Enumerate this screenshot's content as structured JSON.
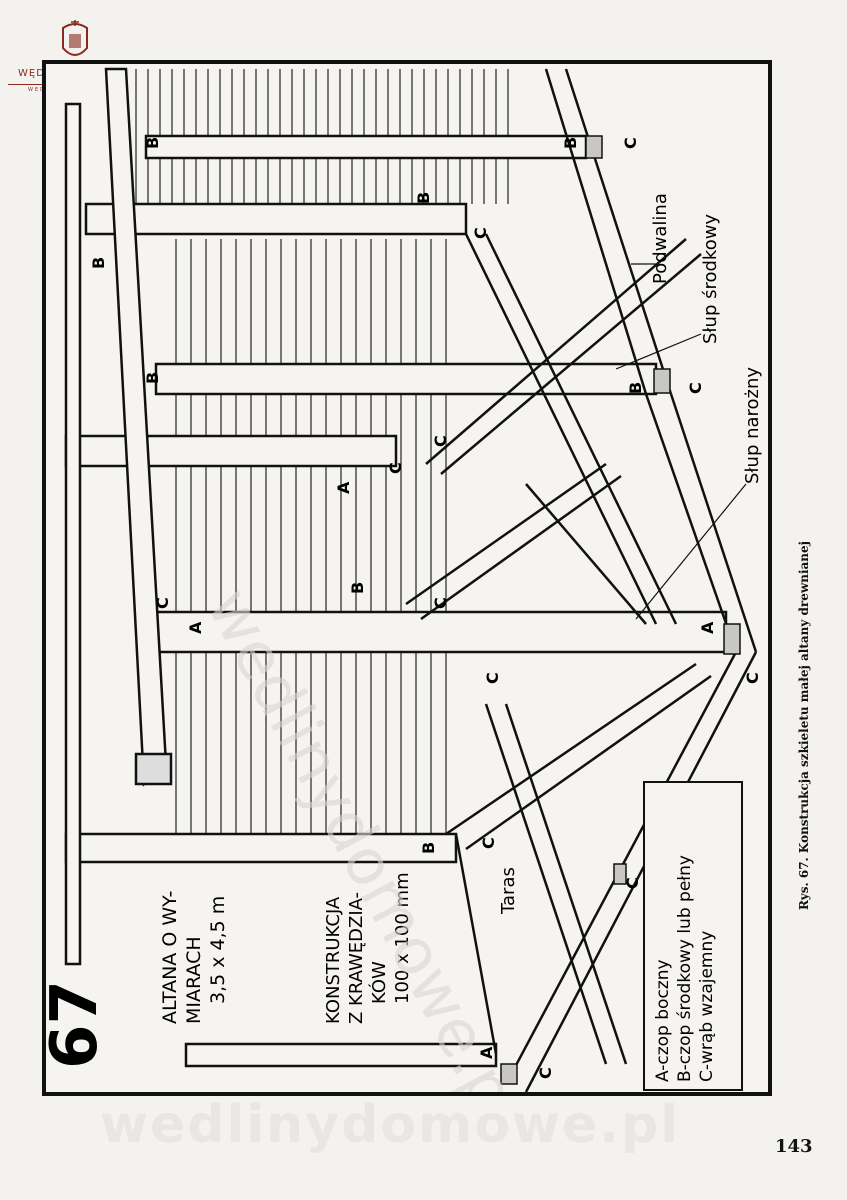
{
  "logo": {
    "name": "WĘDZARNIE I ZA RAĆ",
    "sub": "WEDLINYDOMOWE.PL"
  },
  "figure": {
    "number": "67",
    "title_lines": [
      "ALTANA O WY-",
      "MIARACH",
      "3,5 x 4,5 m"
    ],
    "construction_lines": [
      "KONSTRUKCJA",
      "Z KRAWĘDZIA-",
      "KÓW",
      "100 x 100 mm"
    ],
    "labels": {
      "podwalina": "Podwalina",
      "slup_srodkowy": "Słup środkowy",
      "slup_narozny": "Słup narożny",
      "taras": "Taras"
    },
    "legend": [
      "A-czop boczny",
      "B-czop środkowy lub pełny",
      "C-wrąb wzajemny"
    ],
    "joint_marks": {
      "a": "A",
      "b": "B",
      "c": "C"
    }
  },
  "caption": "Rys. 67. Konstrukcja szkieletu małej altany drewnianej",
  "page_number": "143",
  "watermark": "wedlinydomowe.pl"
}
